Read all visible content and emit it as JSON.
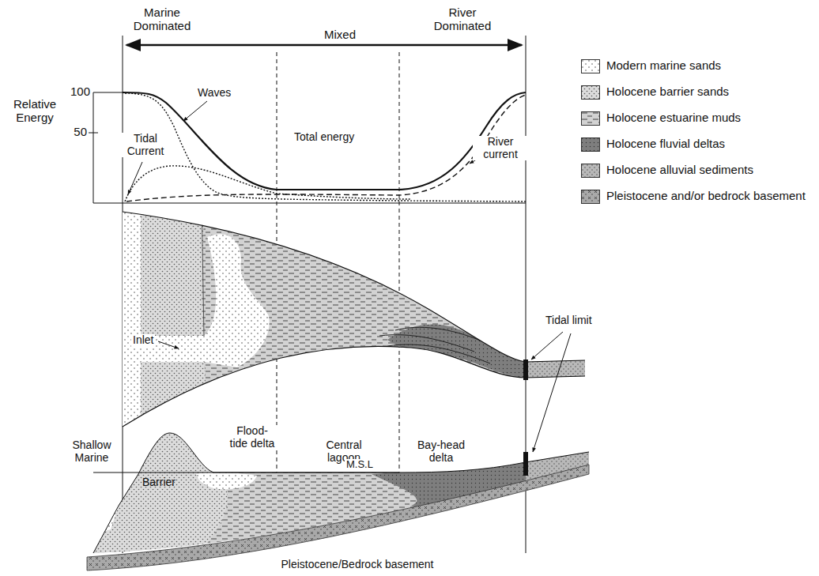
{
  "diagram": {
    "labels": [
      "Marine Dominated",
      "Mixed",
      "River Dominated",
      "100",
      "Relative Energy",
      "50",
      "Waves",
      "Tidal Current",
      "Total energy",
      "River current",
      "Inlet",
      "Shallow Marine",
      "Barrier",
      "Flood-tide delta",
      "Central lagoon",
      "Bay-head delta",
      "M.S.L",
      "Tidal limit",
      "Pleistocene/Bedrock basement"
    ],
    "legend": [
      {
        "text": "Modern marine sands"
      },
      {
        "text": "Holocene barrier sands"
      },
      {
        "text": "Holocene estuarine muds"
      },
      {
        "text": "Holocene fluvial deltas"
      },
      {
        "text": "Holocene alluvial sediments"
      },
      {
        "text": "Pleistocene and/or bedrock basement"
      }
    ]
  }
}
